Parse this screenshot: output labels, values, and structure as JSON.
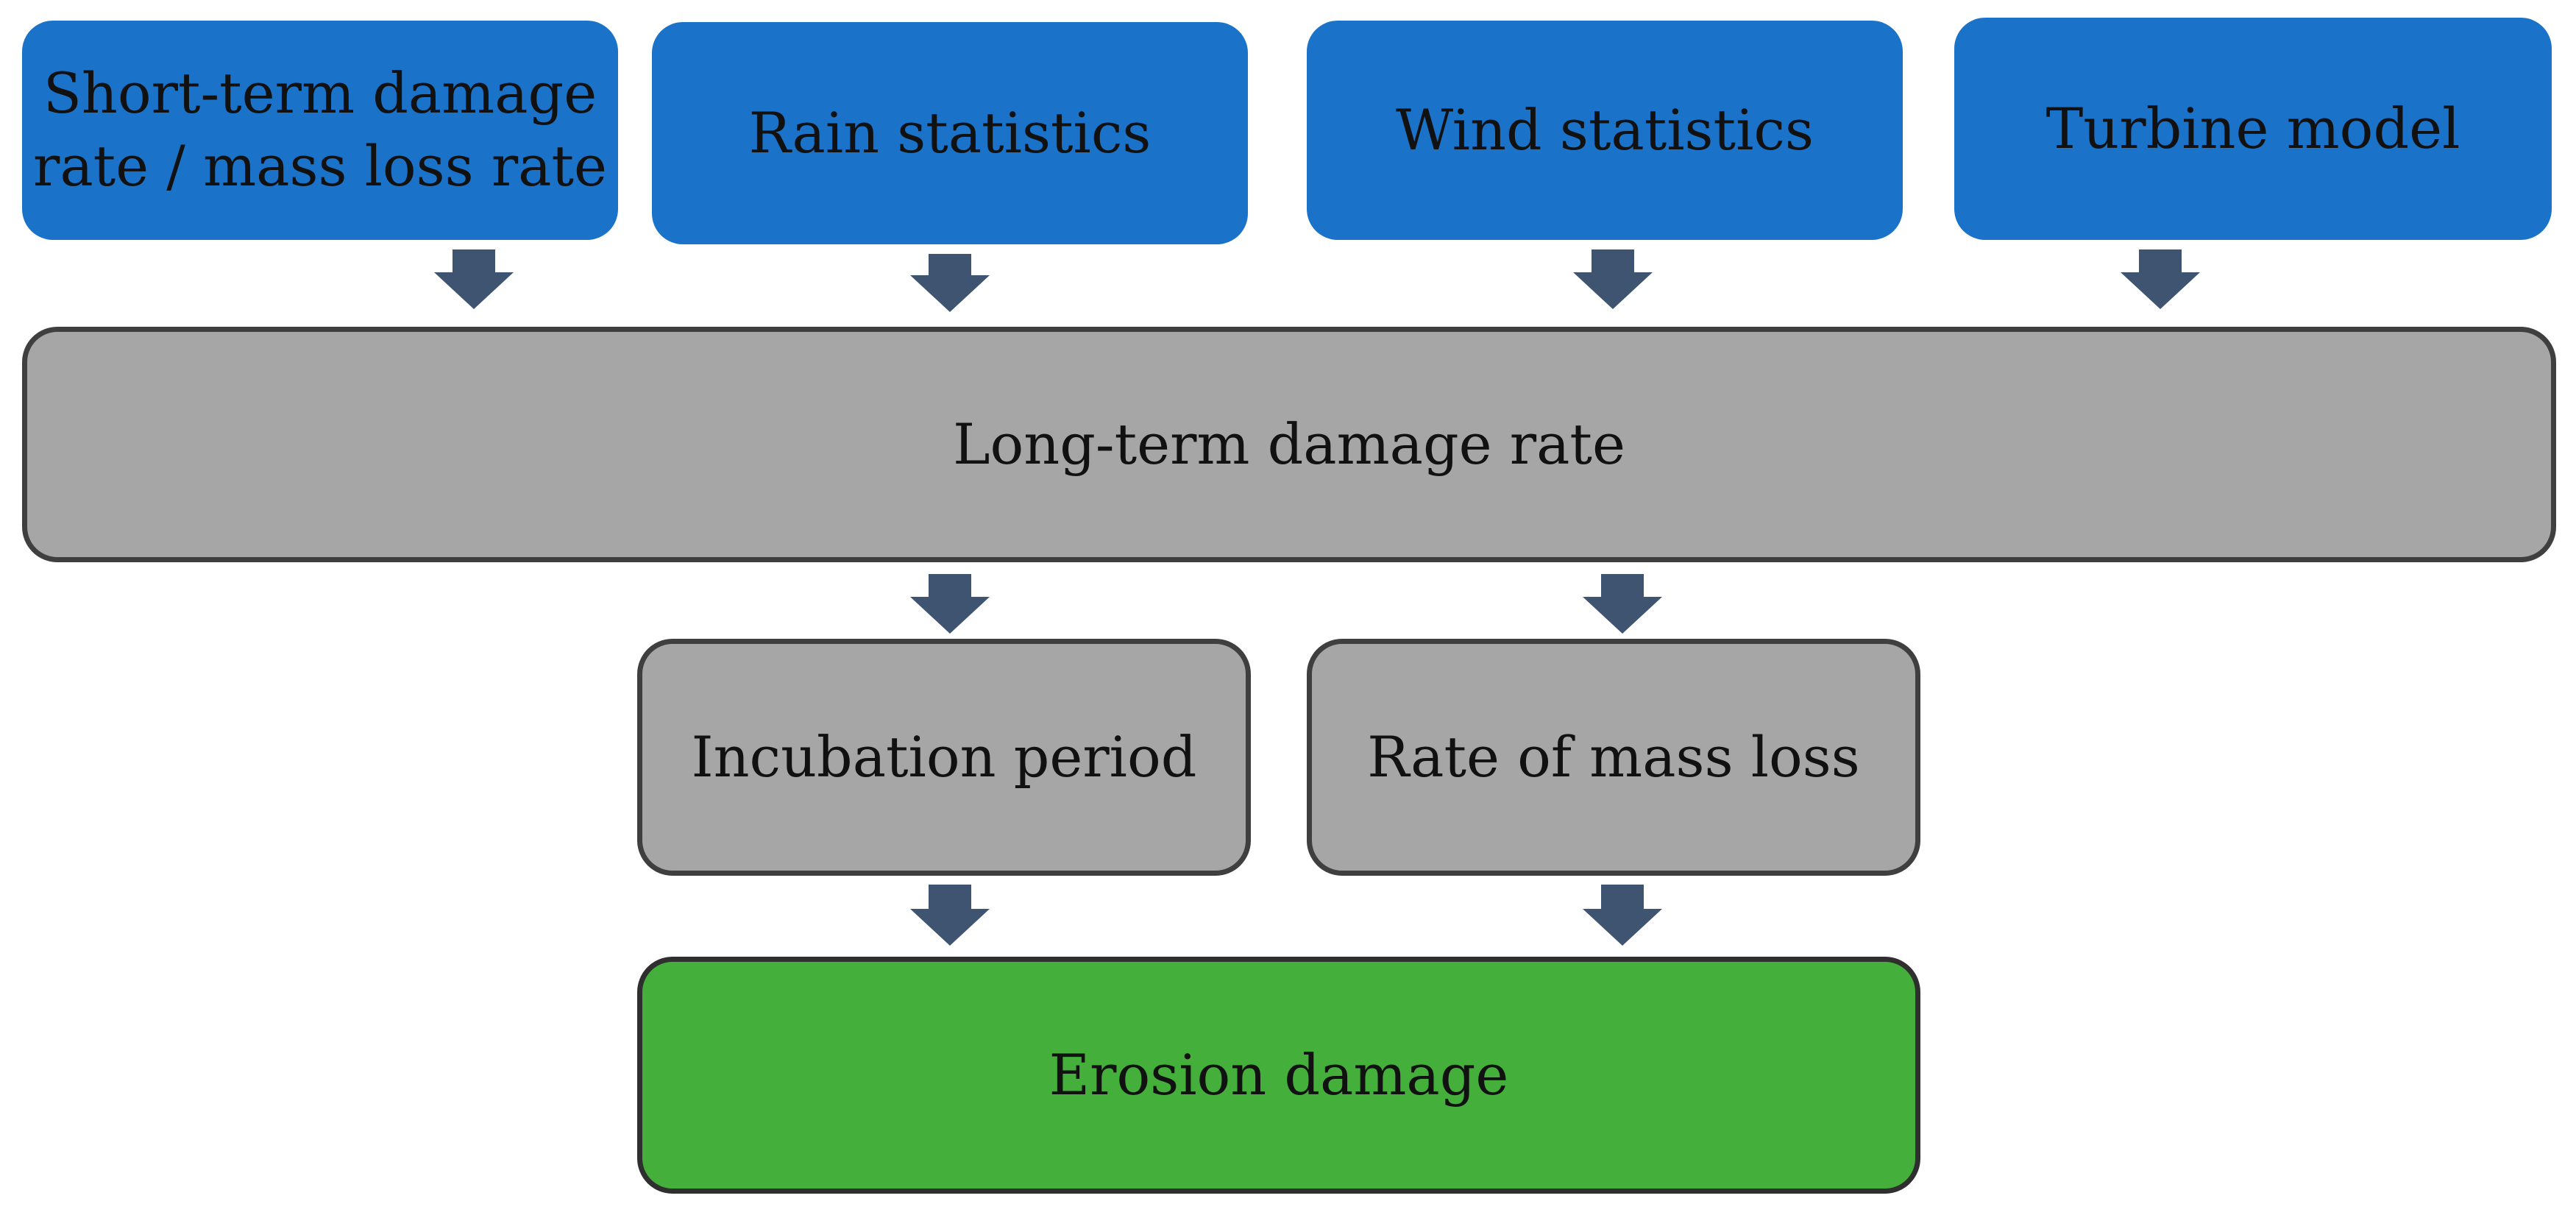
{
  "inputs": {
    "short_term": "Short-term damage\nrate / mass loss rate",
    "rain": "Rain statistics",
    "wind": "Wind statistics",
    "turbine": "Turbine model"
  },
  "long_term": "Long-term damage rate",
  "incubation": "Incubation period",
  "mass_loss": "Rate of mass loss",
  "erosion": "Erosion damage",
  "colors": {
    "input_fill": "#1a72c9",
    "process_fill": "#a6a6a6",
    "output_fill": "#44b03b",
    "arrow": "#3e5470"
  }
}
